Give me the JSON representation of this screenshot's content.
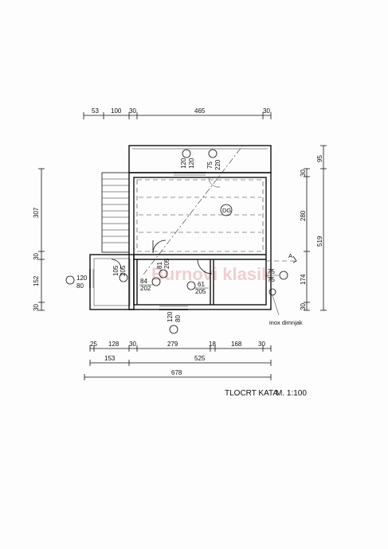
{
  "watermark": "Burnovi klasik",
  "top_dims": [
    "53",
    "100",
    "30",
    "465",
    "30"
  ],
  "bottom_row1": [
    "25",
    "128",
    "30",
    "279",
    "18",
    "168",
    "30"
  ],
  "bottom_row2": [
    "153",
    "525"
  ],
  "bottom_row3": [
    "678"
  ],
  "left_dims": [
    "307",
    "30",
    "152",
    "30"
  ],
  "right_inner_dims": [
    "95",
    "280",
    "174",
    "30"
  ],
  "right_outer_dim": "519",
  "openings": {
    "top_left_w": "120",
    "top_left_h": "120",
    "top_right_w": "75",
    "top_right_h": "220",
    "left_w": "120",
    "left_h": "80",
    "small_w": "105",
    "small_h": "205",
    "mid_w": "81",
    "mid_h": "205",
    "room_w": "84",
    "room_h": "202",
    "door_w": "61",
    "door_h": "205",
    "bottom_w": "120",
    "bottom_h": "80",
    "right_w": "75",
    "right_h": "75"
  },
  "stair_label": "DG",
  "section_mark": "A",
  "chimney_label": "inox dimnjak",
  "title": "TLOCRT KATA",
  "scale": "M. 1:100"
}
